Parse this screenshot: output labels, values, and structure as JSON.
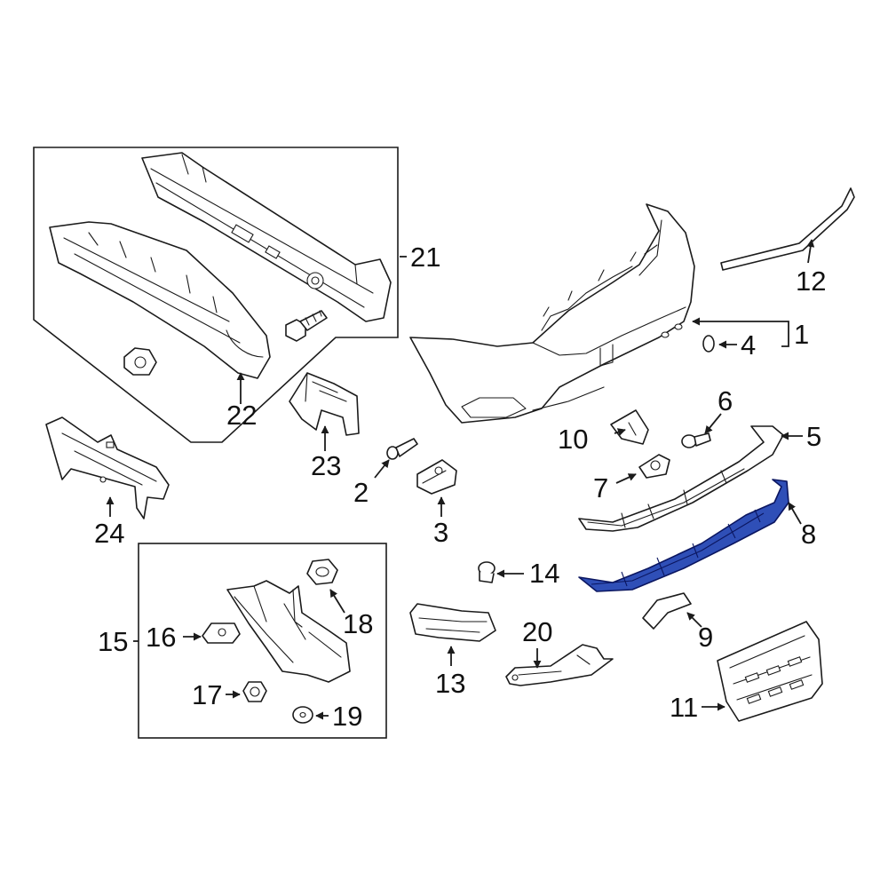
{
  "colors": {
    "line": "#1b1b1b",
    "highlight": "#2f4fb7",
    "highlight_edge": "#0b1660",
    "background": "#ffffff"
  },
  "callouts": {
    "c1": "1",
    "c2": "2",
    "c3": "3",
    "c4": "4",
    "c5": "5",
    "c6": "6",
    "c7": "7",
    "c8": "8",
    "c9": "9",
    "c10": "10",
    "c11": "11",
    "c12": "12",
    "c13": "13",
    "c14": "14",
    "c15": "15",
    "c16": "16",
    "c17": "17",
    "c18": "18",
    "c19": "19",
    "c20": "20",
    "c21": "21",
    "c22": "22",
    "c23": "23",
    "c24": "24"
  },
  "highlighted_part": "8"
}
